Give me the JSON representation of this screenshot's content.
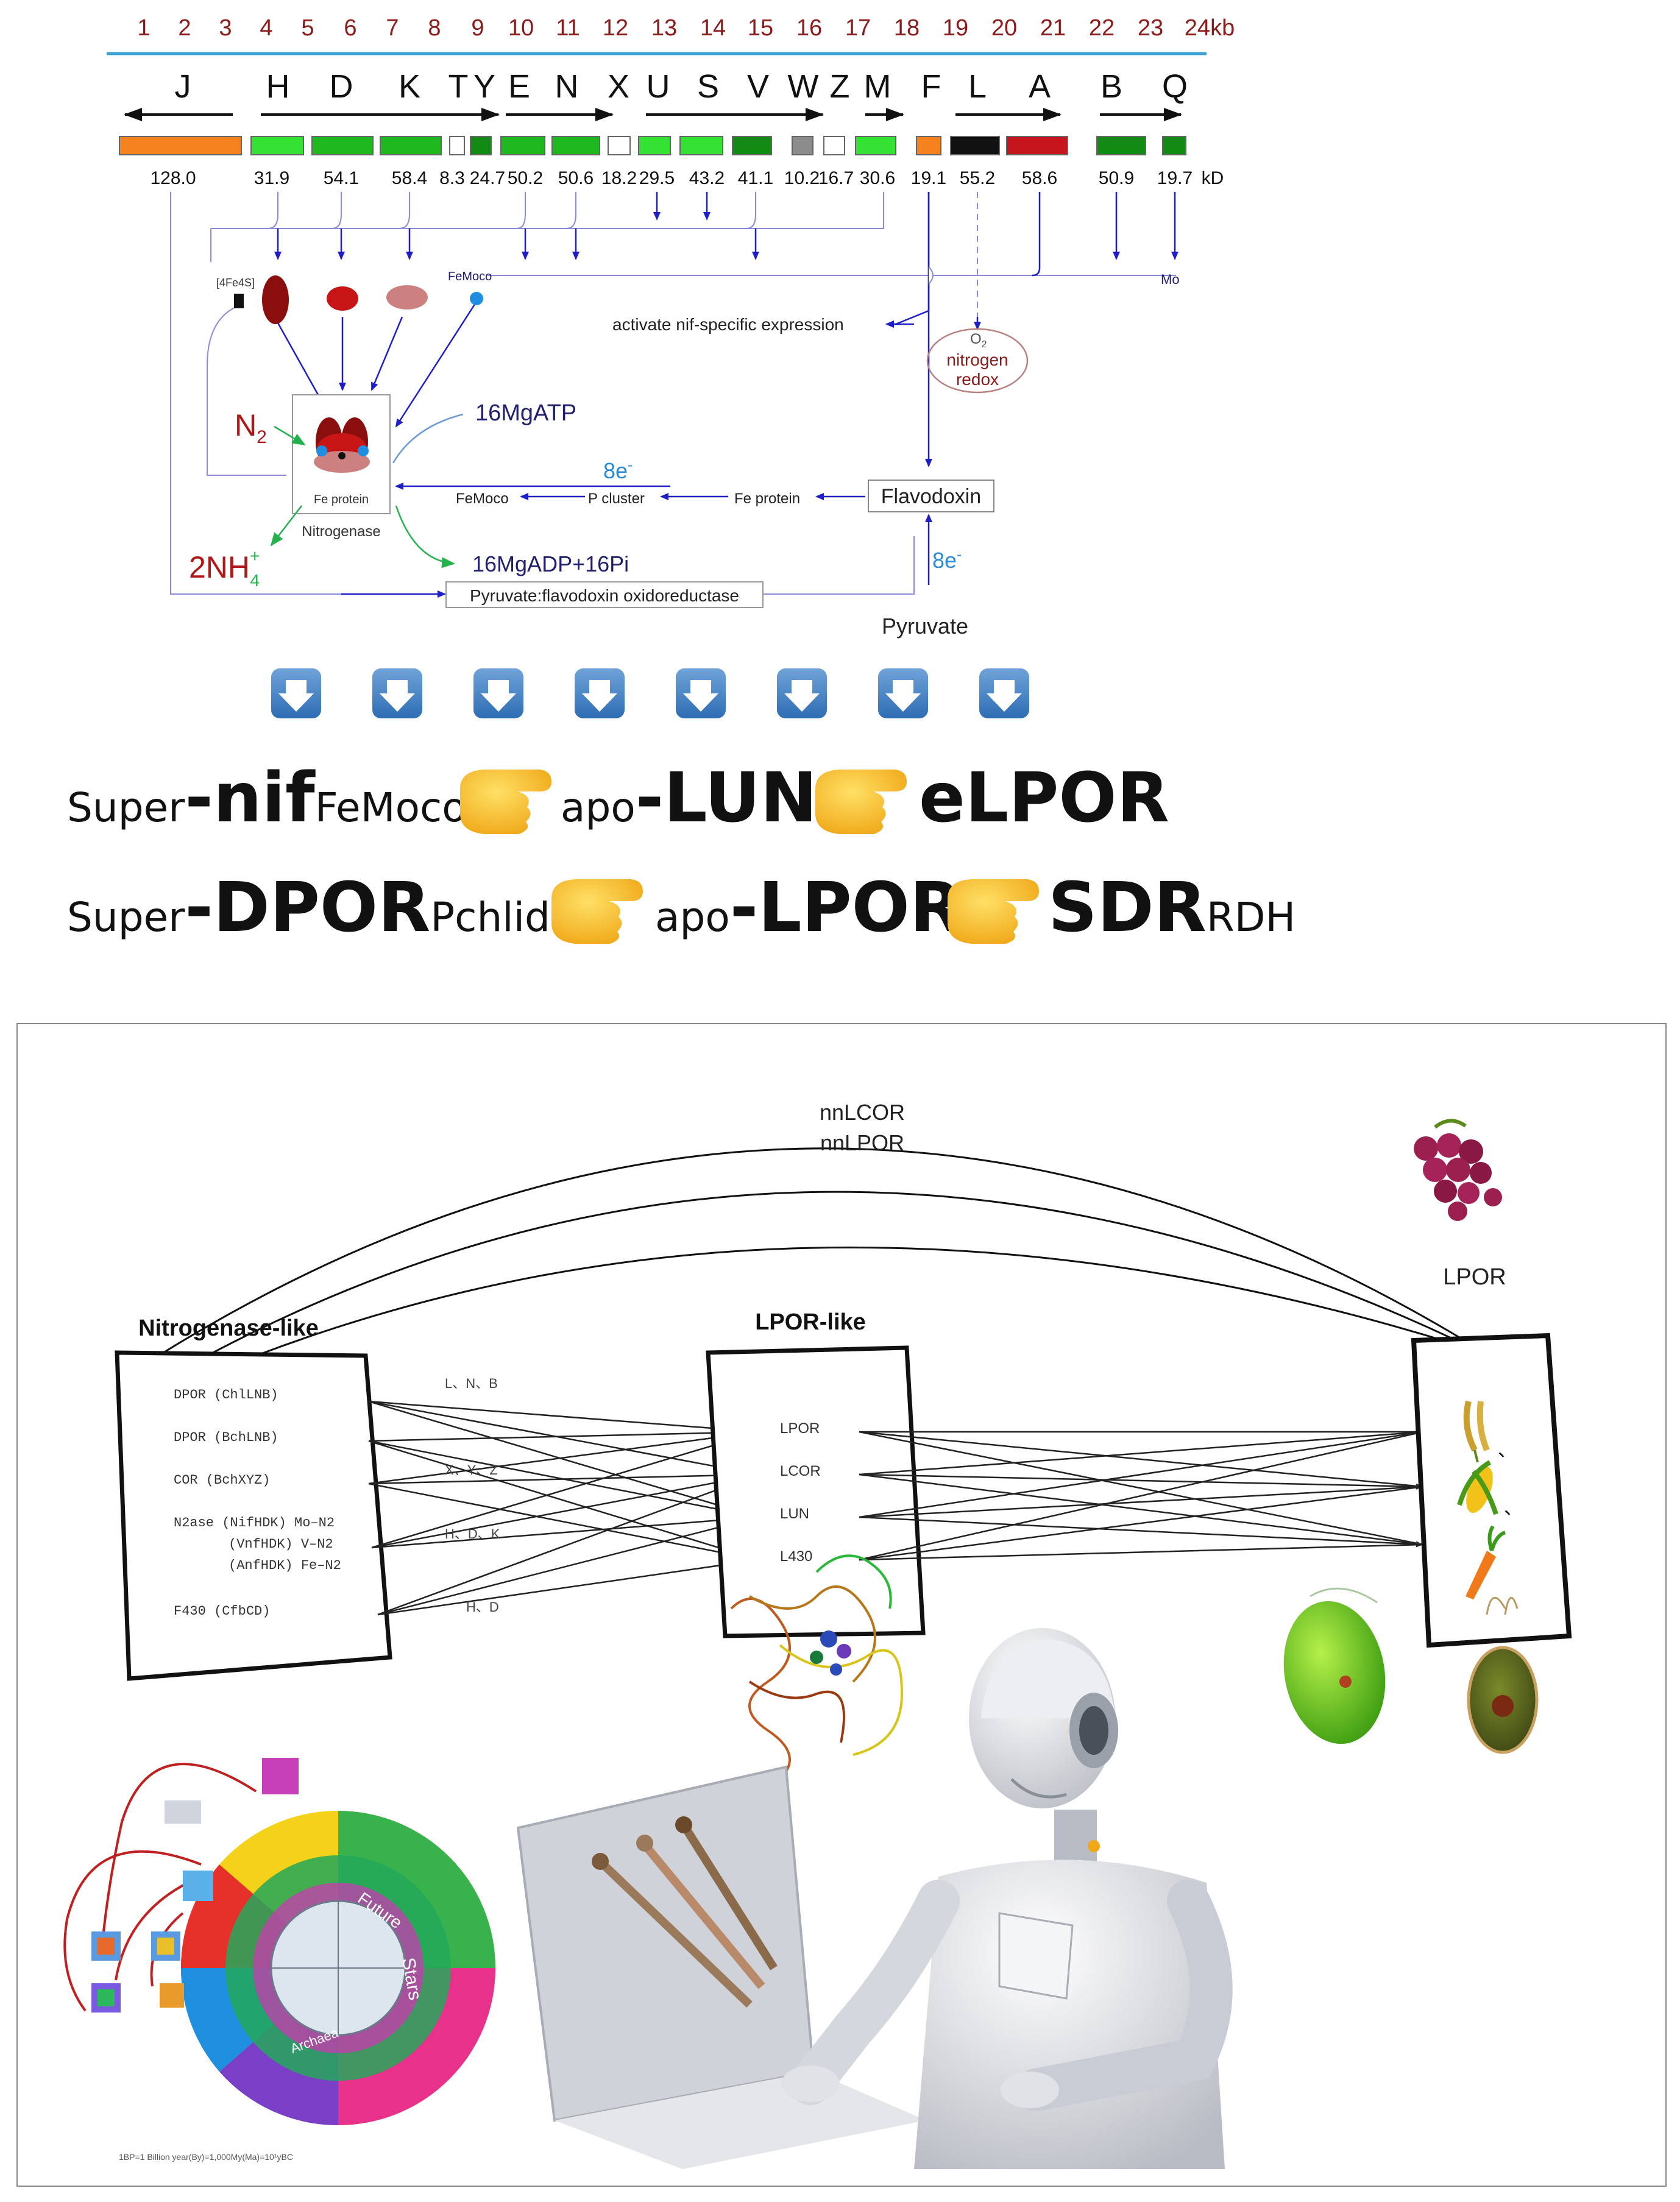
{
  "kb_axis": {
    "ticks": [
      "1",
      "2",
      "3",
      "4",
      "5",
      "6",
      "7",
      "8",
      "9",
      "10",
      "11",
      "12",
      "13",
      "14",
      "15",
      "16",
      "17",
      "18",
      "19",
      "20",
      "21",
      "22",
      "23",
      "24kb"
    ]
  },
  "genes": {
    "letters": [
      "J",
      "H",
      "D",
      "K",
      "T",
      "Y",
      "E",
      "N",
      "X",
      "U",
      "S",
      "V",
      "W",
      "Z",
      "M",
      "F",
      "L",
      "A",
      "B",
      "Q"
    ],
    "boxes": [
      {
        "kd": "128.0",
        "color": "#f5821f"
      },
      {
        "kd": "31.9",
        "color": "#33e233"
      },
      {
        "kd": "54.1",
        "color": "#1fb81f"
      },
      {
        "kd": "58.4",
        "color": "#1fb81f"
      },
      {
        "kd": "8.3",
        "color": "#ffffff"
      },
      {
        "kd": "24.7",
        "color": "#138a13"
      },
      {
        "kd": "50.2",
        "color": "#1fb81f"
      },
      {
        "kd": "50.6",
        "color": "#1fb81f"
      },
      {
        "kd": "18.2",
        "color": "#ffffff"
      },
      {
        "kd": "29.5",
        "color": "#33e233"
      },
      {
        "kd": "43.2",
        "color": "#33e233"
      },
      {
        "kd": "41.1",
        "color": "#138a13"
      },
      {
        "kd": "10.2",
        "color": "#8c8c8c"
      },
      {
        "kd": "16.7",
        "color": "#ffffff"
      },
      {
        "kd": "30.6",
        "color": "#33e233"
      },
      {
        "kd": "19.1",
        "color": "#f5821f"
      },
      {
        "kd": "55.2",
        "color": "#111111"
      },
      {
        "kd": "58.6",
        "color": "#c4161c"
      },
      {
        "kd": "50.9",
        "color": "#138a13"
      },
      {
        "kd": "19.7",
        "color": "#138a13"
      }
    ],
    "kd_unit": "kD"
  },
  "pathway": {
    "fe4s": "[4Fe4S]",
    "femoco": "FeMoco",
    "mo": "Mo",
    "activate": "activate nif-specific expression",
    "o2": "O",
    "o2_sub": "2",
    "nitrogen": "nitrogen",
    "redox": "redox",
    "n2": "N",
    "n2_sub": "2",
    "mgatp": "16MgATP",
    "eight_e_top": "8e",
    "fe_protein_in": "Fe protein",
    "nitrogenase": "Nitrogenase",
    "femoco_chain": "FeMoco",
    "p_cluster": "P cluster",
    "fe_protein_chain": "Fe protein",
    "flavodoxin": "Flavodoxin",
    "nh4": "2NH",
    "nh4_sub": "4",
    "nh4_sup": "+",
    "mgadp": "16MgADP+16Pi",
    "pfor": "Pyruvate:flavodoxin oxidoreductase",
    "eight_e_bottom": "8e",
    "pyruvate": "Pyruvate",
    "minus": "-"
  },
  "slogans": {
    "line1": {
      "a_small": "Super",
      "a_big": "-nif",
      "a_sub": "FeMoco",
      "b_small": "apo",
      "b_big": "-LUN",
      "c_big": "eLPOR"
    },
    "line2": {
      "a_small": "Super",
      "a_big": "-DPOR",
      "a_sub": "Pchlide",
      "b_small": "apo",
      "b_big": "-LPOR",
      "c_big": "SDR",
      "c_sub": "RDH"
    }
  },
  "network": {
    "arc_top": "nnLCOR",
    "arc_bottom": "nnLPOR",
    "nitrogenase_title": "Nitrogenase-like",
    "nitrogenase_items": [
      "DPOR  (ChlLNB)",
      "DPOR  (BchLNB)",
      "COR   (BchXYZ)"
    ],
    "n2ase_label": "N2ase  (NifHDK)  Mo–N2",
    "n2ase_v": "(VnfHDK)  V–N2",
    "n2ase_fe": "(AnfHDK)  Fe–N2",
    "f430": "F430   (CfbCD)",
    "subunit_labels": [
      "L、N、B",
      "X、Y、Z",
      "H、D、K",
      "H、D"
    ],
    "lpor_like_title": "LPOR-like",
    "lpor_like_items": [
      "LPOR",
      "LCOR",
      "LUN",
      "L430"
    ],
    "lpor_title": "LPOR",
    "wheel_text": [
      "Future",
      "Stars",
      "Archaea"
    ],
    "wheel_caption": "1BP=1 Billion year(By)=1,000My(Ma)=10¹yBC",
    "colors": {
      "accent": "#1f1fc8",
      "dark_red": "#8b1a1a"
    }
  }
}
